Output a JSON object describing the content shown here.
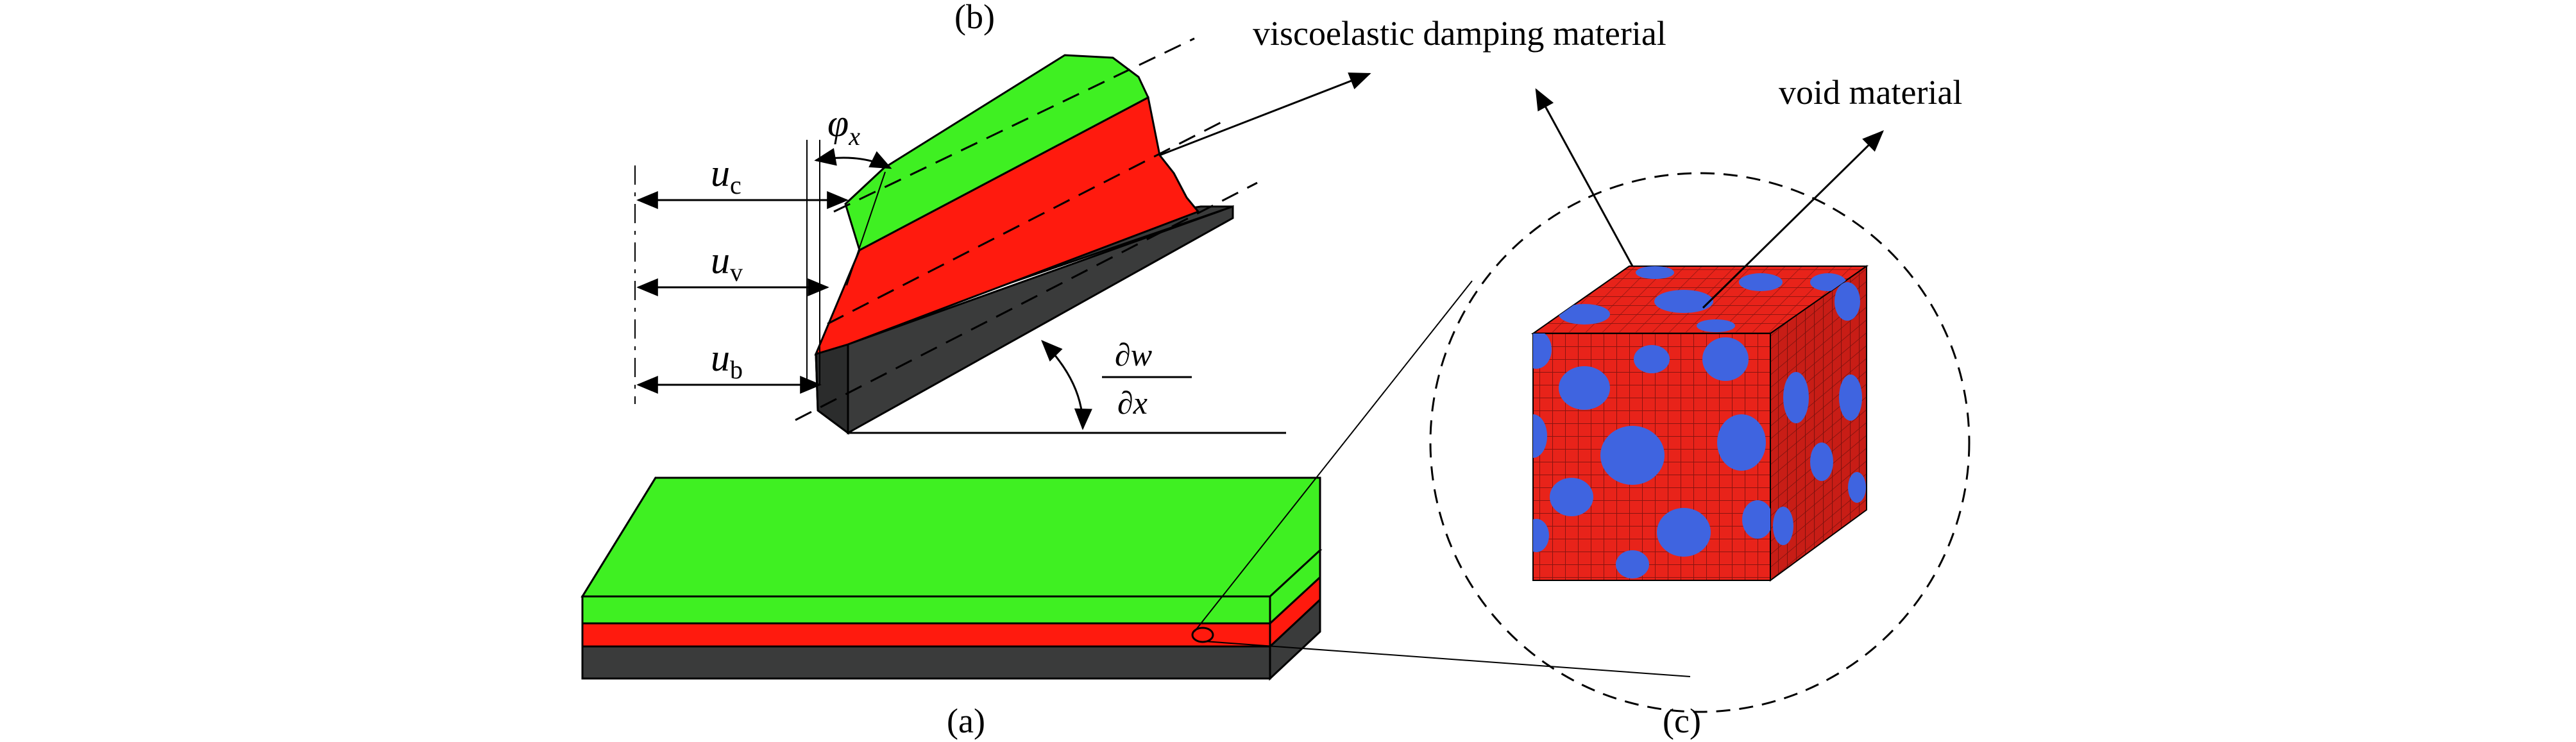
{
  "captions": {
    "a": "(a)",
    "b": "(b)",
    "c": "(c)"
  },
  "labels": {
    "viscoelastic": "viscoelastic damping material",
    "void": "void material"
  },
  "symbols": {
    "phi": "φ",
    "phi_sub": "x",
    "u": "u",
    "u_c_sub": "c",
    "u_v_sub": "v",
    "u_b_sub": "b",
    "dw_num": "∂w",
    "dw_den": "∂x"
  },
  "colors": {
    "constraint_layer": "#3ff022",
    "viscoelastic_layer": "#ff1a0e",
    "base_layer": "#3a3b3b",
    "damping_cell": "#e8231a",
    "void_cell": "#3f64e0",
    "ink": "#000000"
  }
}
